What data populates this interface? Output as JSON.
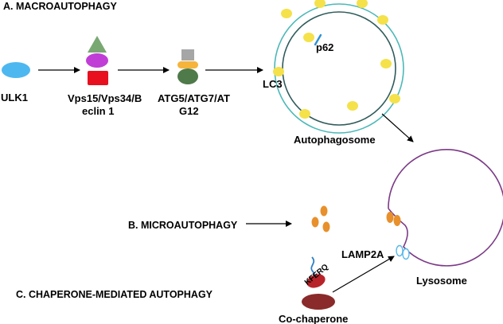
{
  "sections": {
    "macro": "A. MACROAUTOPHAGY",
    "micro": "B. MICROAUTOPHAGY",
    "cma": "C. CHAPERONE-MEDIATED AUTOPHAGY"
  },
  "labels": {
    "ulk1": "ULK1",
    "vps_line1": "Vps15/Vps34/B",
    "vps_line2": "eclin 1",
    "atg_line1": "ATG5/ATG7/AT",
    "atg_line2": "G12",
    "lc3": "LC3",
    "p62": "p62",
    "autophagosome": "Autophagosome",
    "lamp2a": "LAMP2A",
    "lysosome": "Lysosome",
    "kferq": "KFERQ",
    "cochaperone": "Co-chaperone"
  },
  "colors": {
    "ulk1": "#4db8f0",
    "triangle": "#7aa873",
    "purple": "#c03ed6",
    "red": "#e8101e",
    "gray": "#a6a6a6",
    "orange_bar": "#f5b43c",
    "green_ellipse": "#4f7a4a",
    "membrane": "#4db8b8",
    "inner_membrane": "#2f5b5b",
    "lc3": "#f5e14a",
    "p62": "#2e90d6",
    "protein": "#e8902c",
    "lysosome": "#7b3a86",
    "lamp2a": "#58b7e8",
    "cochaperone": "#8a2a2a",
    "kferq_red": "#b8232a",
    "kferq_chain": "#2e7fc4"
  }
}
